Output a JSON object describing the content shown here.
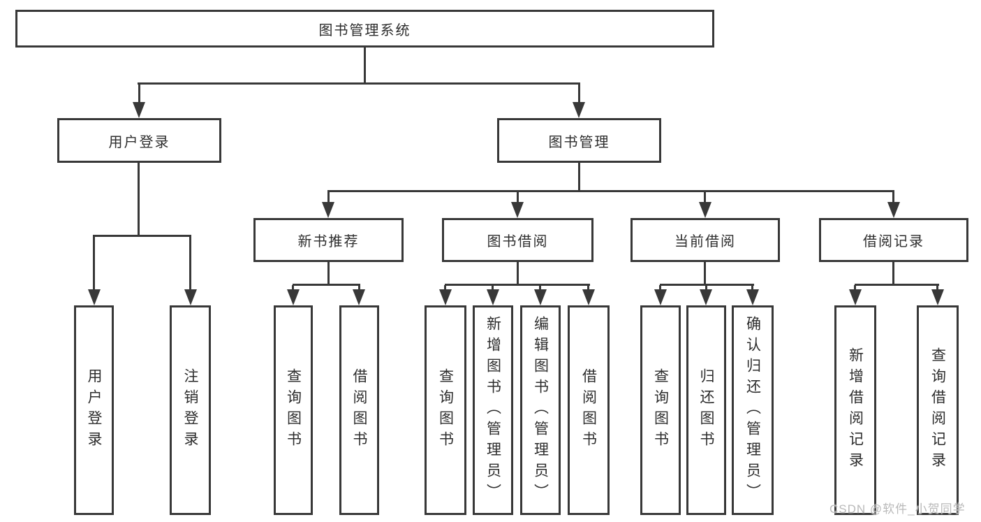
{
  "colors": {
    "line": "#383838",
    "text": "#2d2d2d",
    "background": "#ffffff",
    "watermark": "#b9b9b9"
  },
  "diagram": {
    "root": {
      "label": "图书管理系统"
    },
    "level2": [
      {
        "label": "用户登录"
      },
      {
        "label": "图书管理"
      }
    ],
    "level3": [
      {
        "label": "新书推荐"
      },
      {
        "label": "图书借阅"
      },
      {
        "label": "当前借阅"
      },
      {
        "label": "借阅记录"
      }
    ],
    "leaves": {
      "user_login": [
        "用户登录",
        "注销登录"
      ],
      "new_book": [
        "查询图书",
        "借阅图书"
      ],
      "book_borrow": [
        "查询图书",
        "新增图书（管理员）",
        "编辑图书（管理员）",
        "借阅图书"
      ],
      "current_borrow": [
        "查询图书",
        "归还图书",
        "确认归还（管理员）"
      ],
      "borrow_record": [
        "新增借阅记录",
        "查询借阅记录"
      ]
    }
  },
  "watermark": {
    "text": "CSDN @软件_小贺同学"
  }
}
